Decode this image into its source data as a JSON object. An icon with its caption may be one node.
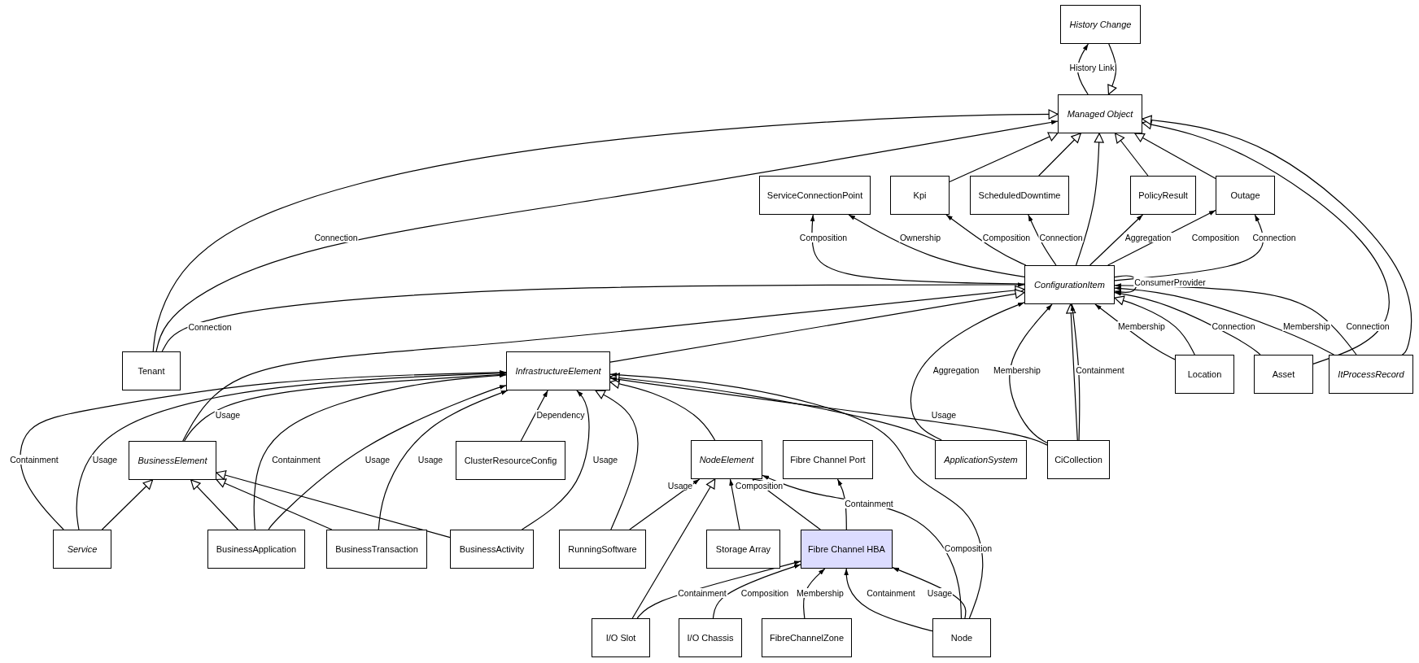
{
  "diagram": {
    "nodes": [
      {
        "text": [
          "History Change"
        ]
      },
      {
        "text": [
          "Managed Object"
        ]
      },
      {
        "text": [
          "ServiceConnectionPoint"
        ]
      },
      {
        "text": [
          "Kpi"
        ]
      },
      {
        "text": [
          "ScheduledDowntime"
        ]
      },
      {
        "text": [
          "PolicyResult"
        ]
      },
      {
        "text": [
          "Outage"
        ]
      },
      {
        "text": [
          "ConfigurationItem"
        ]
      },
      {
        "text": [
          "Tenant"
        ]
      },
      {
        "text": [
          "InfrastructureElement"
        ]
      },
      {
        "text": [
          "Location"
        ]
      },
      {
        "text": [
          "Asset"
        ]
      },
      {
        "text": [
          "ItProcessRecord"
        ]
      },
      {
        "text": [
          "BusinessElement"
        ]
      },
      {
        "text": [
          "ClusterResourceConfig"
        ]
      },
      {
        "text": [
          "NodeElement"
        ]
      },
      {
        "text": [
          "Fibre Channel Port"
        ]
      },
      {
        "text": [
          "ApplicationSystem"
        ]
      },
      {
        "text": [
          "CiCollection"
        ]
      },
      {
        "text": [
          "Service"
        ]
      },
      {
        "text": [
          "BusinessApplication"
        ]
      },
      {
        "text": [
          "BusinessTransaction"
        ]
      },
      {
        "text": [
          "BusinessActivity"
        ]
      },
      {
        "text": [
          "RunningSoftware"
        ]
      },
      {
        "text": [
          "Storage Array"
        ]
      },
      {
        "text": [
          "Fibre Channel HBA"
        ]
      },
      {
        "text": [
          "I/O Slot"
        ]
      },
      {
        "text": [
          "I/O Chassis"
        ]
      },
      {
        "text": [
          "FibreChannelZone"
        ]
      },
      {
        "text": [
          "Node"
        ]
      }
    ],
    "edges": [
      {
        "from": 1,
        "to": 0,
        "arrow": "to",
        "label": "History Link"
      },
      {
        "from": 0,
        "to": 1,
        "arrow": "to"
      },
      {
        "from": 8,
        "to": 1,
        "arrow": "to"
      },
      {
        "from": 8,
        "to": 1,
        "arrow": "to",
        "label": "Connection"
      },
      {
        "from": 3,
        "to": 1,
        "arrow": "to"
      },
      {
        "from": 4,
        "to": 1,
        "arrow": "to"
      },
      {
        "from": 7,
        "to": 1,
        "arrow": "to"
      },
      {
        "from": 5,
        "to": 1,
        "arrow": "to"
      },
      {
        "from": 6,
        "to": 1,
        "arrow": "to"
      },
      {
        "from": 11,
        "to": 1,
        "arrow": "to"
      },
      {
        "from": 12,
        "to": 1,
        "arrow": "to"
      },
      {
        "from": 7,
        "to": 2,
        "arrow": "to",
        "label": "Composition"
      },
      {
        "from": 7,
        "to": 2,
        "arrow": "to",
        "label": "Ownership"
      },
      {
        "from": 7,
        "to": 3,
        "arrow": "to",
        "label": "Composition"
      },
      {
        "from": 7,
        "to": 4,
        "arrow": "to",
        "label": "Connection"
      },
      {
        "from": 7,
        "to": 5,
        "arrow": "to",
        "label": "Aggregation"
      },
      {
        "from": 7,
        "to": 6,
        "arrow": "to",
        "label": "Composition"
      },
      {
        "from": 7,
        "to": 6,
        "arrow": "to",
        "label": "Connection"
      },
      {
        "from": 7,
        "to": 7,
        "arrow": "to",
        "label": "ConsumerProvider"
      },
      {
        "from": 8,
        "to": 7,
        "arrow": "to",
        "label": "Connection"
      },
      {
        "from": 13,
        "to": 7,
        "arrow": "to"
      },
      {
        "from": 9,
        "to": 7,
        "arrow": "to"
      },
      {
        "from": 10,
        "to": 7,
        "arrow": "to",
        "label": "Membership"
      },
      {
        "from": 10,
        "to": 7,
        "arrow": "to"
      },
      {
        "from": 11,
        "to": 7,
        "arrow": "to",
        "label": "Connection"
      },
      {
        "from": 12,
        "to": 7,
        "arrow": "to",
        "label": "Membership"
      },
      {
        "from": 12,
        "to": 7,
        "arrow": "to",
        "label": "Connection"
      },
      {
        "from": 17,
        "to": 7,
        "arrow": "to",
        "label": "Aggregation"
      },
      {
        "from": 18,
        "to": 7,
        "arrow": "to",
        "label": "Membership"
      },
      {
        "from": 18,
        "to": 7,
        "arrow": "to"
      },
      {
        "from": 18,
        "to": 7,
        "arrow": "to",
        "label": "Containment"
      },
      {
        "from": 19,
        "to": 9,
        "arrow": "to",
        "label": "Containment"
      },
      {
        "from": 19,
        "to": 9,
        "arrow": "to",
        "label": "Usage"
      },
      {
        "from": 13,
        "to": 9,
        "arrow": "to",
        "label": "Usage"
      },
      {
        "from": 20,
        "to": 9,
        "arrow": "to",
        "label": "Containment"
      },
      {
        "from": 20,
        "to": 9,
        "arrow": "to",
        "label": "Usage"
      },
      {
        "from": 21,
        "to": 9,
        "arrow": "to",
        "label": "Usage"
      },
      {
        "from": 14,
        "to": 9,
        "arrow": "to",
        "label": "Dependency"
      },
      {
        "from": 22,
        "to": 9,
        "arrow": "to",
        "label": "Usage"
      },
      {
        "from": 23,
        "to": 9,
        "arrow": "to"
      },
      {
        "from": 15,
        "to": 9,
        "arrow": "to"
      },
      {
        "from": 17,
        "to": 9,
        "arrow": "to"
      },
      {
        "from": 18,
        "to": 9,
        "arrow": "to",
        "label": "Usage"
      },
      {
        "from": 29,
        "to": 9,
        "arrow": "to"
      },
      {
        "from": 19,
        "to": 13,
        "arrow": "to"
      },
      {
        "from": 20,
        "to": 13,
        "arrow": "to"
      },
      {
        "from": 21,
        "to": 13,
        "arrow": "to"
      },
      {
        "from": 22,
        "to": 13,
        "arrow": "to"
      },
      {
        "from": 23,
        "to": 15,
        "arrow": "to",
        "label": "Usage"
      },
      {
        "from": 26,
        "to": 15,
        "arrow": "to"
      },
      {
        "from": 24,
        "to": 15,
        "arrow": "to",
        "label": "Composition"
      },
      {
        "from": 25,
        "to": 15,
        "arrow": "to"
      },
      {
        "from": 29,
        "to": 15,
        "arrow": "to",
        "label": "Composition"
      },
      {
        "from": 25,
        "to": 16,
        "arrow": "to",
        "label": "Containment"
      },
      {
        "from": 26,
        "to": 25,
        "arrow": "to",
        "label": "Containment"
      },
      {
        "from": 27,
        "to": 25,
        "arrow": "to",
        "label": "Composition"
      },
      {
        "from": 28,
        "to": 25,
        "arrow": "to",
        "label": "Membership"
      },
      {
        "from": 29,
        "to": 25,
        "arrow": "to",
        "label": "Containment"
      },
      {
        "from": 29,
        "to": 25,
        "arrow": "to",
        "label": "Usage"
      }
    ]
  }
}
